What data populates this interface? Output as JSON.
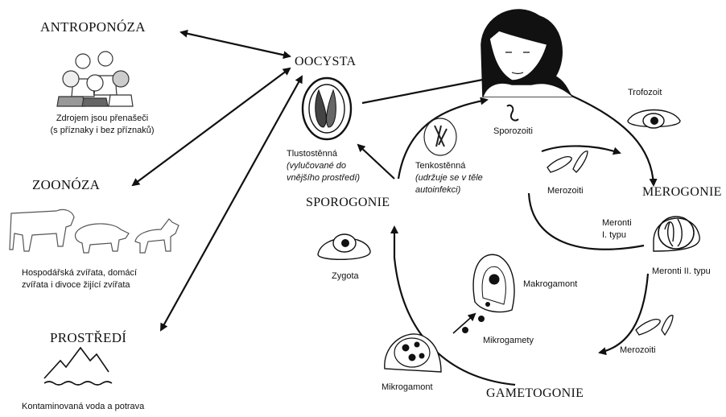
{
  "hosts": {
    "antroponoza": "ANTROPONÓZA",
    "antroponoza_note": [
      "Zdrojem jsou přenašeči",
      "(s příznaky i bez příznaků)"
    ],
    "zoonoza": "ZOONÓZA",
    "zoonoza_note": [
      "Hospodářská zvířata, domácí",
      "zvířata i divoce žijící zvířata"
    ],
    "prostredi": "PROSTŘEDÍ",
    "prostredi_note": "Kontaminovaná voda a potrava"
  },
  "cycle": {
    "oocysta": "OOCYSTA",
    "thick_wall": "Tlustostěnná",
    "thick_wall_note": [
      "(vylučované do",
      "vnějšího prostředí)"
    ],
    "thin_wall": "Tenkostěnná",
    "thin_wall_note": [
      "(udržuje se v těle",
      "autoinfekci)"
    ],
    "sporozoiti": "Sporozoiti",
    "trofozoit": "Trofozoit",
    "merozoiti_1": "Merozoiti",
    "merogonie": "MEROGONIE",
    "meronti_1": [
      "Meronti",
      "I. typu"
    ],
    "meronti_2": "Meronti II. typu",
    "merozoiti_2": "Merozoiti",
    "sporogonie": "SPOROGONIE",
    "zygota": "Zygota",
    "makrogamont": "Makrogamont",
    "mikrogamety": "Mikrogamety",
    "mikrogamont": "Mikrogamont",
    "gametogonie": "GAMETOGONIE"
  }
}
